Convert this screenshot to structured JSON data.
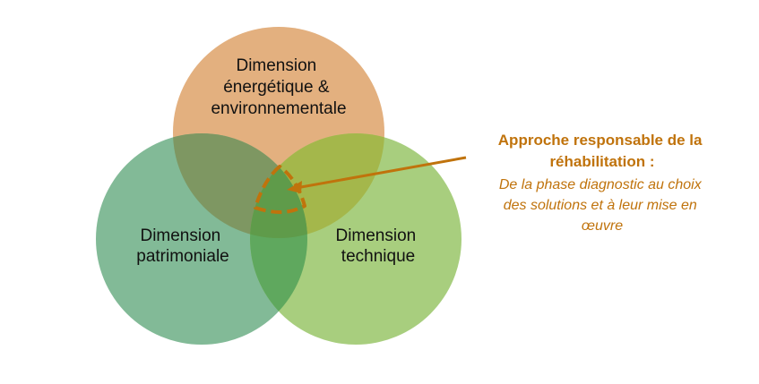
{
  "circles": {
    "top": {
      "lines": [
        "Dimension",
        "énergétique &",
        "environnementale"
      ],
      "color": "#E3B07F"
    },
    "left": {
      "lines": [
        "Dimension",
        "patrimoniale"
      ],
      "color": "#82BA97"
    },
    "right": {
      "lines": [
        "Dimension",
        "technique"
      ],
      "color": "#A8CE7E"
    }
  },
  "overlap_colors": {
    "top_left": "#7E9762",
    "top_right": "#A4B74B",
    "left_right": "#5FA85E",
    "center": "#5F9B4A"
  },
  "callout": {
    "title_lines": [
      "Approche responsable de la",
      "réhabilitation :"
    ],
    "body_lines": [
      "De la phase diagnostic au choix",
      "des solutions et à leur mise en",
      "œuvre"
    ],
    "color": "#C0730C"
  }
}
